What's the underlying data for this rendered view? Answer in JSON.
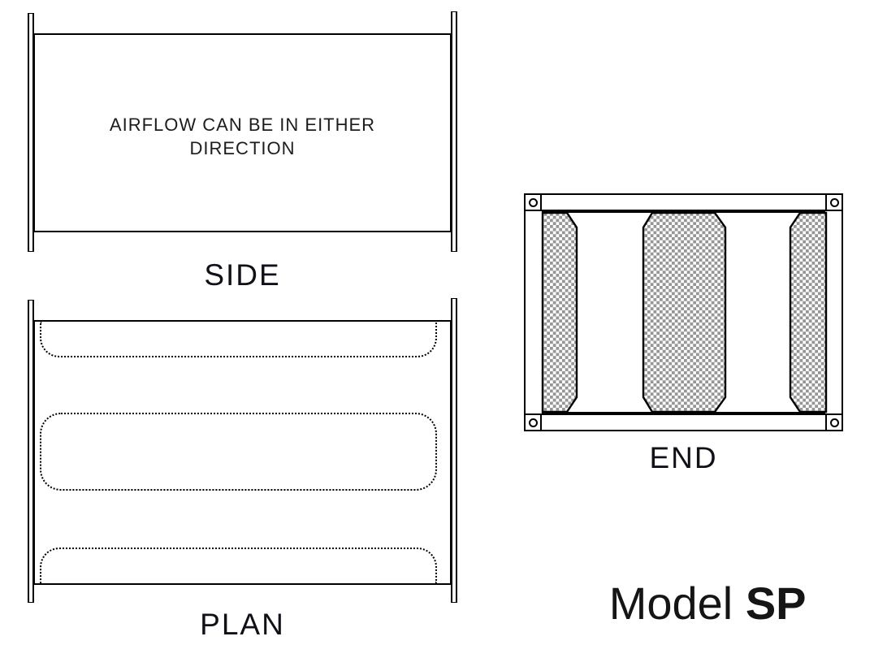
{
  "side_view": {
    "label": "SIDE",
    "annotation_line1": "AIRFLOW CAN BE IN EITHER",
    "annotation_line2": "DIRECTION"
  },
  "plan_view": {
    "label": "PLAN"
  },
  "end_view": {
    "label": "END"
  },
  "title": {
    "prefix": "Model ",
    "model": "SP"
  },
  "colors": {
    "line": "#000000",
    "checker_gray": "#969696",
    "background": "#ffffff"
  }
}
